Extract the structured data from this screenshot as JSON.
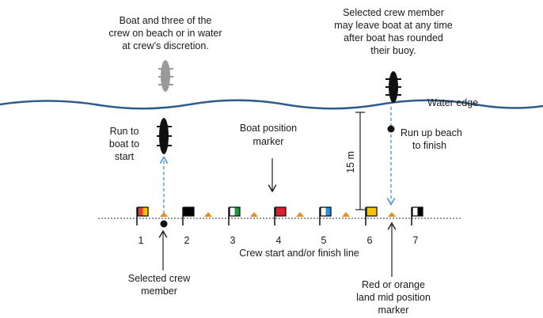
{
  "notes": {
    "beach_note": [
      "Boat and three of the",
      "crew on beach or in water",
      "at crew’s discretion."
    ],
    "leave_note": [
      "Selected crew member",
      "may leave boat at any time",
      "after boat has rounded",
      "their buoy."
    ],
    "water_edge": "Water edge",
    "run_to_boat": [
      "Run to",
      "boat to",
      "start"
    ],
    "run_up_beach": [
      "Run up beach",
      "to finish"
    ],
    "boat_position_marker": [
      "Boat position",
      "marker"
    ],
    "distance": "15 m",
    "start_finish_line": "Crew start and/or finish line",
    "selected_crew_member": [
      "Selected crew",
      "member"
    ],
    "mid_position_marker": [
      "Red or orange",
      "land mid position",
      "marker"
    ]
  },
  "lanes": [
    {
      "number": "1",
      "flag_colors": [
        "#e83a2a",
        "#f6c400"
      ]
    },
    {
      "number": "2",
      "flag_colors": [
        "#000000"
      ]
    },
    {
      "number": "3",
      "flag_colors": [
        "#ffffff",
        "#1a9a3c"
      ]
    },
    {
      "number": "4",
      "flag_colors": [
        "#e0202a"
      ]
    },
    {
      "number": "5",
      "flag_colors": [
        "#ffffff",
        "#2a8fd6"
      ]
    },
    {
      "number": "6",
      "flag_colors": [
        "#f6c400"
      ]
    },
    {
      "number": "7",
      "flag_colors": [
        "#ffffff",
        "#000000"
      ]
    }
  ],
  "colors": {
    "water": "#2e5a8c",
    "arrow_dashed": "#4a8fd0",
    "mid_marker": "#f08a1c",
    "boat_faded": "#9a9a9a",
    "boat": "#111111"
  }
}
